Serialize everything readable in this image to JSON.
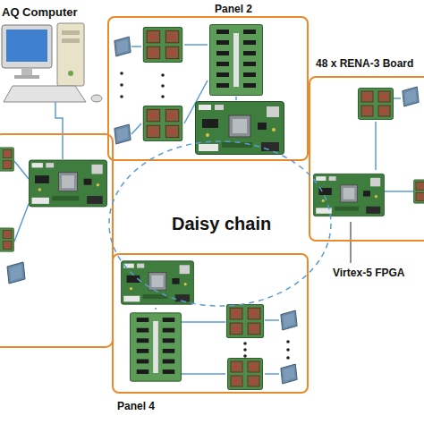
{
  "diagram": {
    "nodes": [
      {
        "text": [
          "Panel 2"
        ]
      },
      {
        "text": [
          "48 x RENA-3 Board"
        ]
      },
      {
        "text": [
          "Daisy chain"
        ]
      },
      {
        "text": [
          "Panel 4"
        ]
      }
    ],
    "labels": [
      "AQ Computer",
      "Virtex-5 FPGA"
    ]
  }
}
